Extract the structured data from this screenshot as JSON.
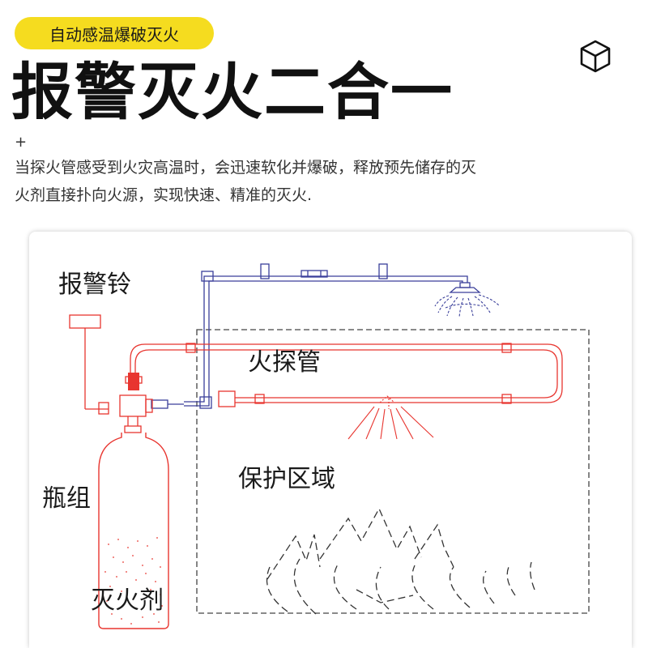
{
  "badge": {
    "text": "自动感温爆破灭火"
  },
  "icon": {
    "name": "cube-icon"
  },
  "headline": {
    "text": "报警灭火二合一"
  },
  "plus_mark": "+",
  "description": {
    "line1": "当探火管感受到火灾高温时，会迅速软化并爆破，释放预先储存的灭",
    "line2": "火剂直接扑向火源，实现快速、精准的灭火."
  },
  "diagram": {
    "labels": {
      "alarm_bell": "报警铃",
      "detector_tube": "火探管",
      "protected_area": "保护区域",
      "cylinder": "瓶组",
      "extinguishing_agent": "灭火剂"
    },
    "colors": {
      "detector_line": "#e8352f",
      "distribution_line": "#3a3f9a",
      "outline": "#444444",
      "badge": "#f5dc1f"
    }
  }
}
